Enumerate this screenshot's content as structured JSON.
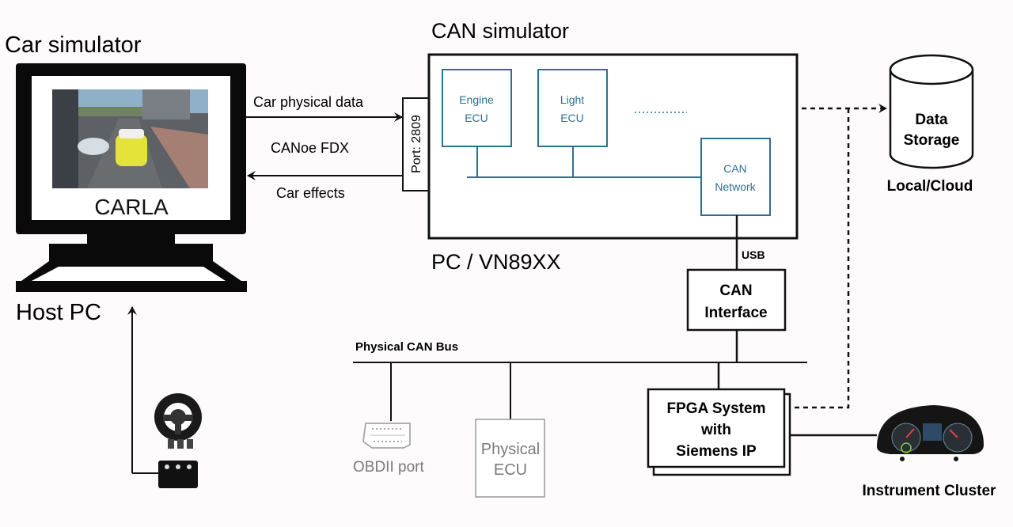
{
  "car_simulator": {
    "title": "Car simulator",
    "screen_label": "CARLA",
    "host_label": "Host PC"
  },
  "links": {
    "physical_data": "Car physical data",
    "protocol": "CANoe FDX",
    "effects": "Car effects",
    "port": "Port: 2809"
  },
  "can_simulator": {
    "title": "CAN simulator",
    "platform": "PC / VN89XX",
    "ecus": [
      {
        "line1": "Engine",
        "line2": "ECU"
      },
      {
        "line1": "Light",
        "line2": "ECU"
      }
    ],
    "network": {
      "line1": "CAN",
      "line2": "Network"
    },
    "usb": "USB"
  },
  "storage": {
    "line1": "Data",
    "line2": "Storage",
    "caption": "Local/Cloud"
  },
  "can_interface": {
    "line1": "CAN",
    "line2": "Interface"
  },
  "bus": {
    "label": "Physical CAN Bus"
  },
  "obd": {
    "label": "OBDII port"
  },
  "physical_ecu": {
    "line1": "Physical",
    "line2": "ECU"
  },
  "fpga": {
    "line1": "FPGA System",
    "line2": "with",
    "line3": "Siemens IP"
  },
  "cluster": {
    "label": "Instrument Cluster"
  },
  "colors": {
    "ecu_blue": "#2d6f92",
    "inactive_grey": "#7a7a7a",
    "line": "#111111"
  }
}
